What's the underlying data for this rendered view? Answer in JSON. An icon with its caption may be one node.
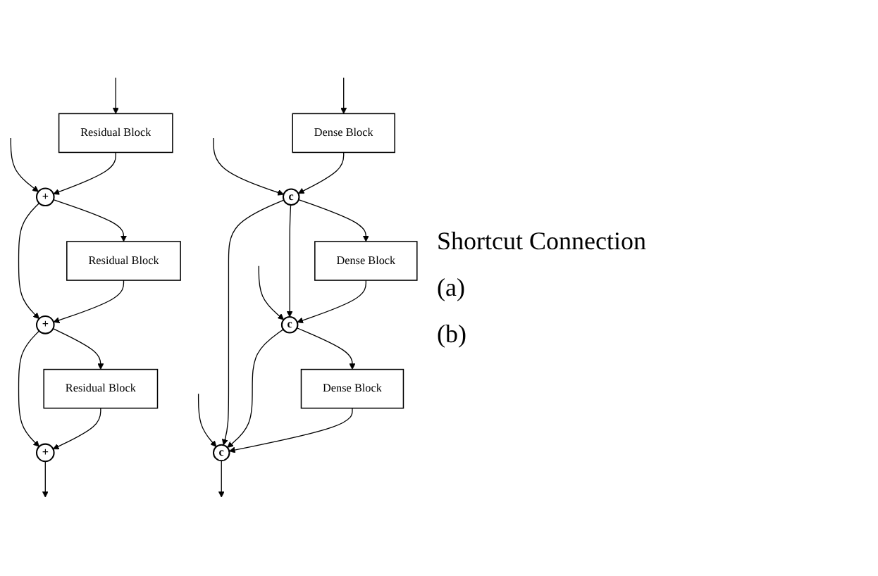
{
  "diagram": {
    "nodes": [
      {
        "text": [
          "Residual Block"
        ]
      },
      {
        "text": [
          "+"
        ]
      },
      {
        "text": [
          "Residual Block"
        ]
      },
      {
        "text": [
          "+"
        ]
      },
      {
        "text": [
          "Residual Block"
        ]
      },
      {
        "text": [
          "+"
        ]
      },
      {
        "text": [
          "Dense Block"
        ]
      },
      {
        "text": [
          "c"
        ]
      },
      {
        "text": [
          "Dense Block"
        ]
      },
      {
        "text": [
          "c"
        ]
      },
      {
        "text": [
          "Dense Block"
        ]
      },
      {
        "text": [
          "c"
        ]
      }
    ],
    "edges": [
      {
        "from": null,
        "to": 0,
        "arrow": "to"
      },
      {
        "from": null,
        "to": 1,
        "arrow": "to"
      },
      {
        "from": 0,
        "to": 1,
        "arrow": "to"
      },
      {
        "from": 1,
        "to": 2,
        "arrow": "to"
      },
      {
        "from": 1,
        "to": 3,
        "arrow": "to"
      },
      {
        "from": 2,
        "to": 3,
        "arrow": "to"
      },
      {
        "from": 3,
        "to": 4,
        "arrow": "to"
      },
      {
        "from": 3,
        "to": 5,
        "arrow": "to"
      },
      {
        "from": 4,
        "to": 5,
        "arrow": "to"
      },
      {
        "from": 5,
        "to": null,
        "arrow": "to"
      },
      {
        "from": null,
        "to": 6,
        "arrow": "to"
      },
      {
        "from": null,
        "to": 7,
        "arrow": "to"
      },
      {
        "from": null,
        "to": 9,
        "arrow": "to"
      },
      {
        "from": null,
        "to": 11,
        "arrow": "to"
      },
      {
        "from": 6,
        "to": 7,
        "arrow": "to"
      },
      {
        "from": 7,
        "to": 8,
        "arrow": "to"
      },
      {
        "from": 7,
        "to": 9,
        "arrow": "to"
      },
      {
        "from": 7,
        "to": 11,
        "arrow": "to"
      },
      {
        "from": 8,
        "to": 9,
        "arrow": "to"
      },
      {
        "from": 9,
        "to": 10,
        "arrow": "to"
      },
      {
        "from": 9,
        "to": 11,
        "arrow": "to"
      },
      {
        "from": 10,
        "to": 11,
        "arrow": "to"
      },
      {
        "from": 11,
        "to": null,
        "arrow": "to"
      }
    ],
    "labels": [
      "Shortcut Connection",
      "(a)",
      "(b)"
    ]
  }
}
